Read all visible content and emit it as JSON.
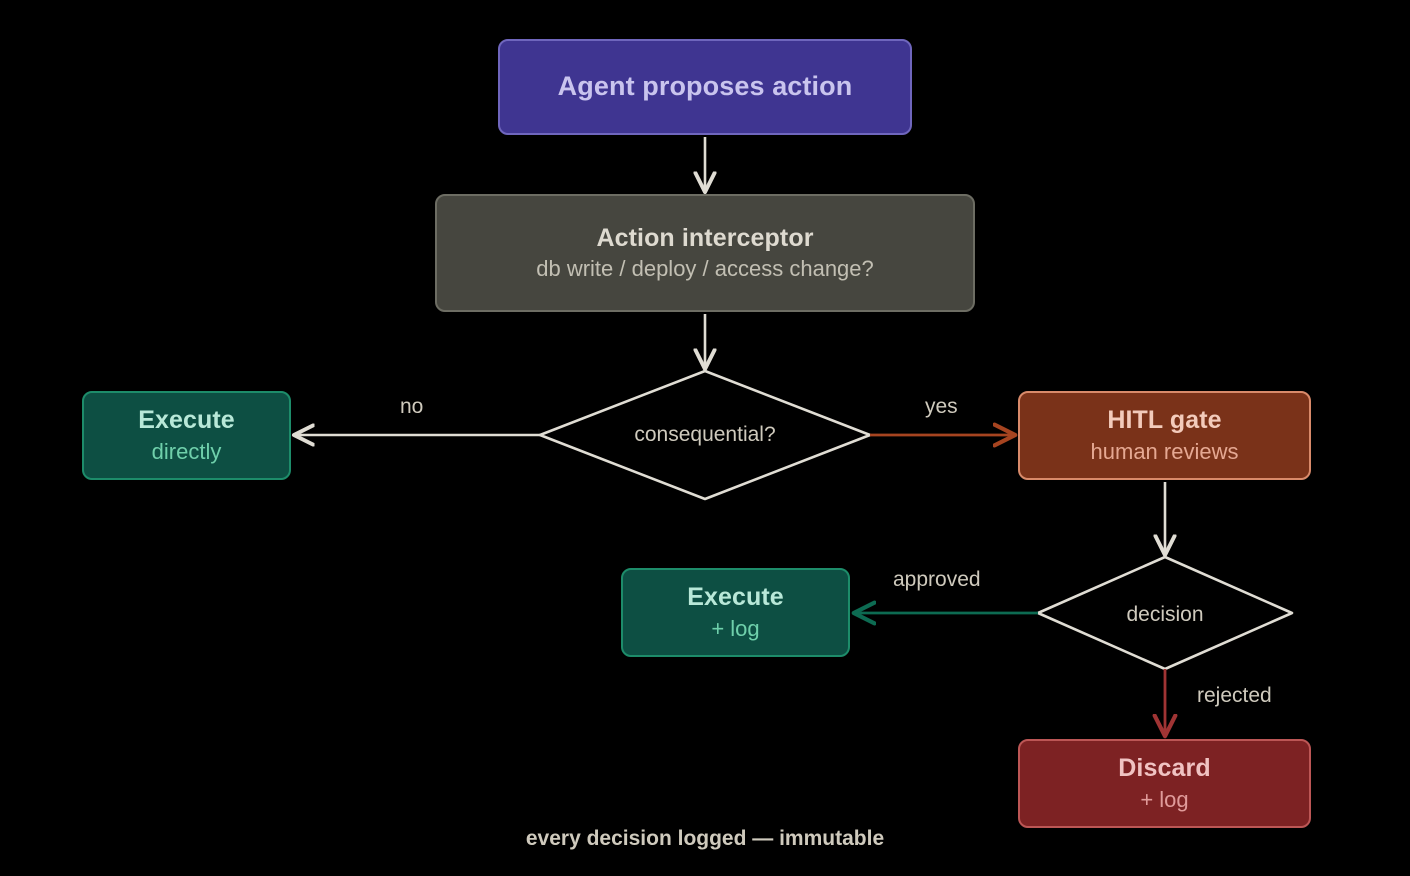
{
  "diagram": {
    "title_note": "every decision logged — immutable",
    "background": "#000000",
    "nodes": {
      "start": {
        "title": "Agent proposes action",
        "sub": "",
        "fill": "#3f3591",
        "border": "#6f66bd"
      },
      "interceptor": {
        "title": "Action interceptor",
        "sub": "db write / deploy / access change?",
        "fill": "#46463f",
        "border": "#6d6d63"
      },
      "execute_direct": {
        "title": "Execute",
        "sub": "directly",
        "fill": "#0d4f43",
        "border": "#1d8c6a"
      },
      "hitl_gate": {
        "title": "HITL gate",
        "sub": "human reviews",
        "fill": "#7a3219",
        "border": "#d98a6a"
      },
      "execute_log": {
        "title": "Execute",
        "sub": "+ log",
        "fill": "#0d4f43",
        "border": "#1d8c6a"
      },
      "discard": {
        "title": "Discard",
        "sub": "+ log",
        "fill": "#7d2223",
        "border": "#bc5655"
      }
    },
    "decisions": {
      "consequential": {
        "label": "consequential?"
      },
      "decision": {
        "label": "decision"
      }
    },
    "edge_labels": {
      "no": "no",
      "yes": "yes",
      "approved": "approved",
      "rejected": "rejected"
    },
    "edge_colors": {
      "default": "#e0ddd4",
      "yes": "#a64420",
      "approved": "#0d6b52",
      "rejected": "#a03434"
    }
  }
}
